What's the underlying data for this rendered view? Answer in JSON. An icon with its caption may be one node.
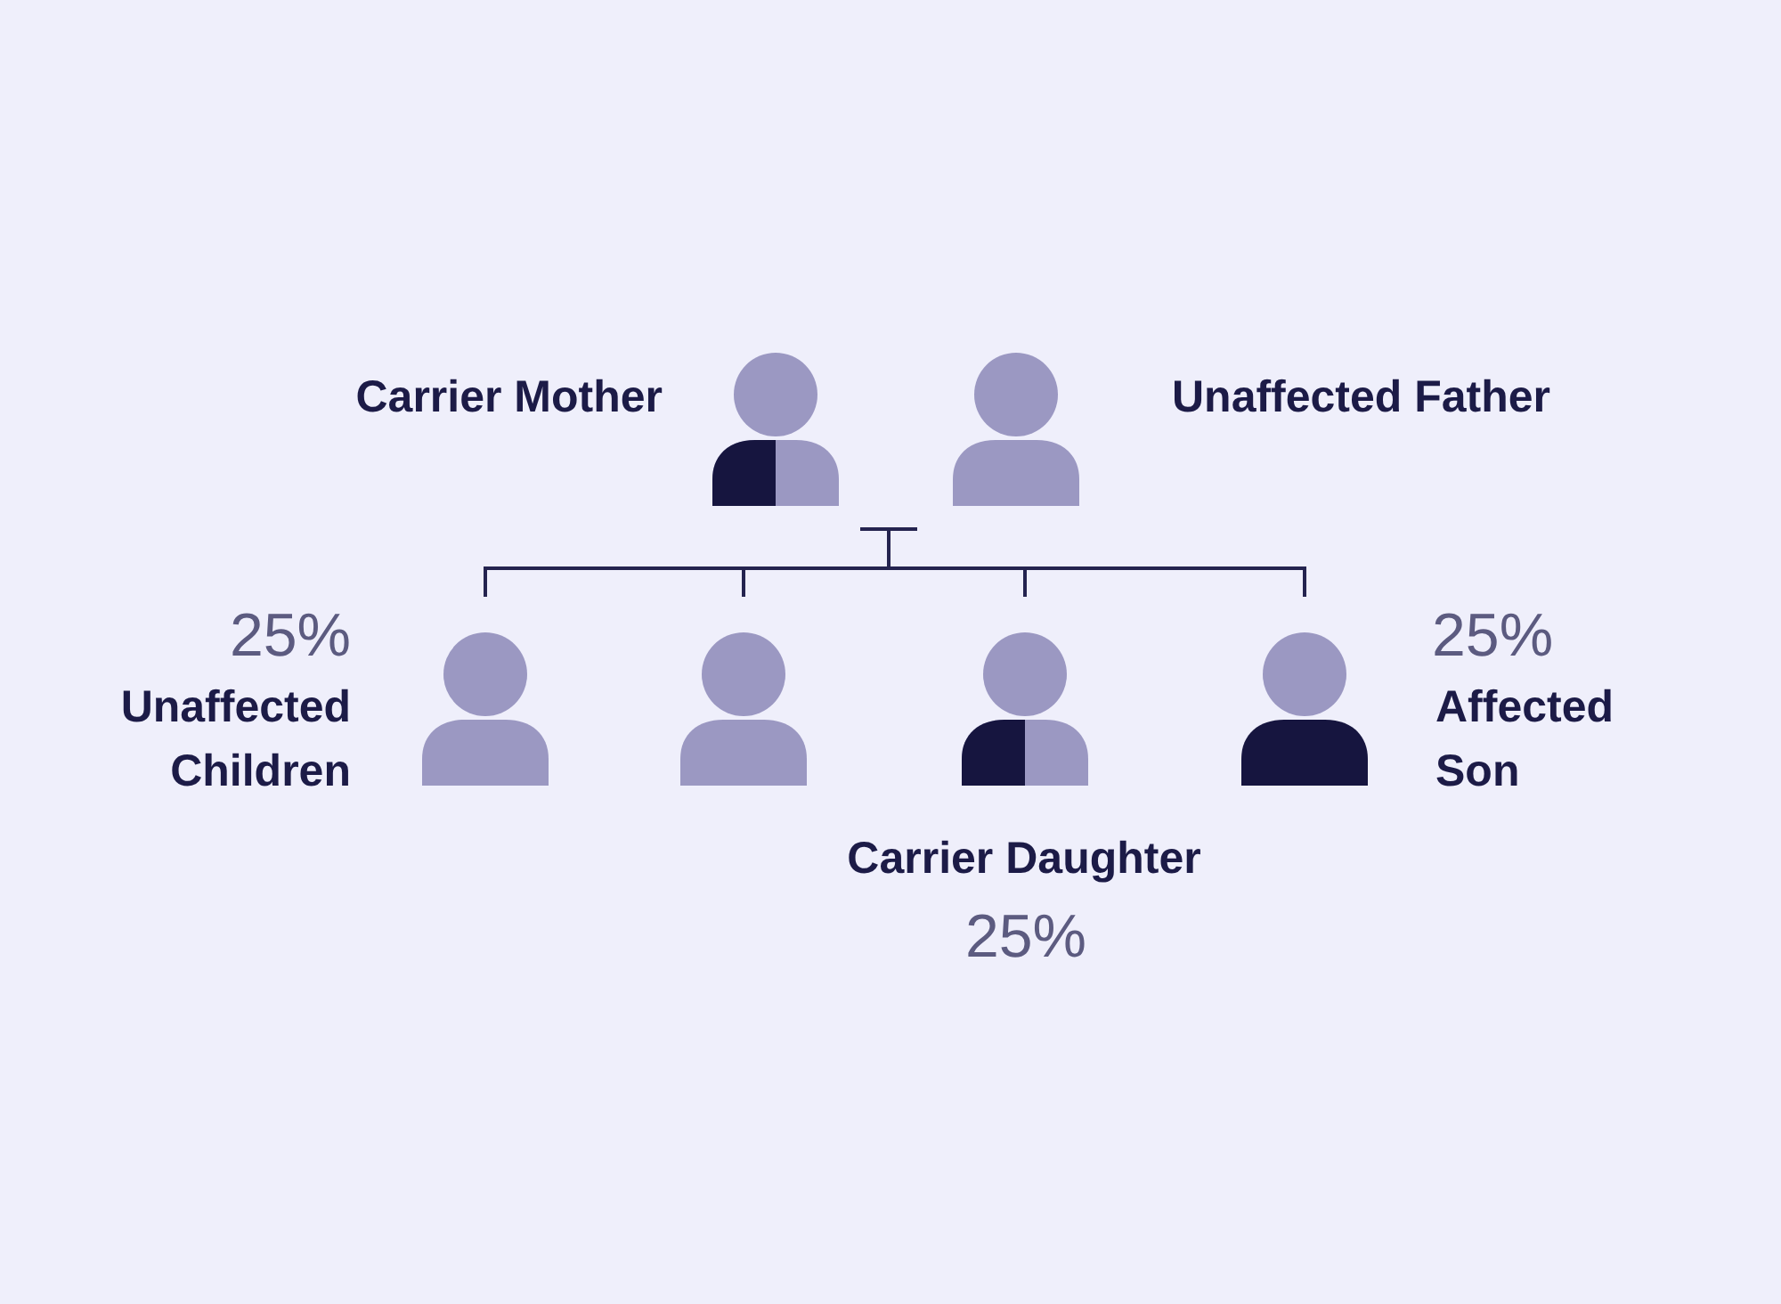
{
  "diagram": {
    "nodes": [
      {
        "text": [],
        "shape": "person",
        "beside": [
          "Carrier Mother"
        ]
      },
      {
        "text": [],
        "shape": "person",
        "beside": [
          "Unaffected Father"
        ]
      },
      {
        "text": [],
        "shape": "bar"
      },
      {
        "text": [],
        "shape": "person"
      },
      {
        "text": [],
        "shape": "person"
      },
      {
        "text": [],
        "shape": "person",
        "beside": [
          "Carrier Daughter",
          "25%"
        ]
      },
      {
        "text": [],
        "shape": "person",
        "beside": [
          "25%",
          "Affected Son"
        ]
      }
    ],
    "edges": [
      {
        "from": 2,
        "to": 3,
        "arrow": "none"
      },
      {
        "from": 2,
        "to": 4,
        "arrow": "none"
      },
      {
        "from": 2,
        "to": 5,
        "arrow": "none"
      },
      {
        "from": 2,
        "to": 6,
        "arrow": "none"
      }
    ],
    "labels": [
      "25%",
      "Unaffected Children"
    ]
  }
}
